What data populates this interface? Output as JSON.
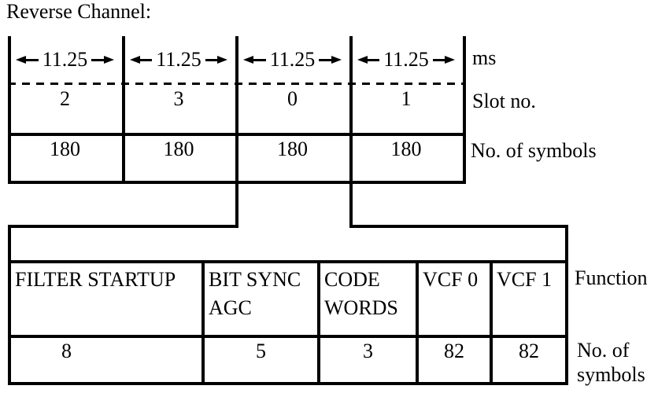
{
  "title": "Reverse Channel:",
  "colors": {
    "line": "#000000",
    "text": "#000000",
    "background": "#ffffff"
  },
  "upper_table": {
    "duration_unit_label": "ms",
    "slot_row_label": "Slot no.",
    "symbols_row_label": "No. of symbols",
    "slots": [
      {
        "duration_ms": "11.25",
        "slot_no": "2",
        "num_symbols": "180"
      },
      {
        "duration_ms": "11.25",
        "slot_no": "3",
        "num_symbols": "180"
      },
      {
        "duration_ms": "11.25",
        "slot_no": "0",
        "num_symbols": "180"
      },
      {
        "duration_ms": "11.25",
        "slot_no": "1",
        "num_symbols": "180"
      }
    ]
  },
  "expanded_slot": {
    "function_row_label": "Function",
    "symbols_row_label_line1": "No. of",
    "symbols_row_label_line2": "symbols",
    "segments": [
      {
        "function": "FILTER STARTUP",
        "num_symbols": "8"
      },
      {
        "function": "BIT SYNC AGC",
        "num_symbols": "5"
      },
      {
        "function": "CODE WORDS",
        "num_symbols": "3"
      },
      {
        "function": "VCF 0",
        "num_symbols": "82"
      },
      {
        "function": "VCF 1",
        "num_symbols": "82"
      }
    ]
  }
}
